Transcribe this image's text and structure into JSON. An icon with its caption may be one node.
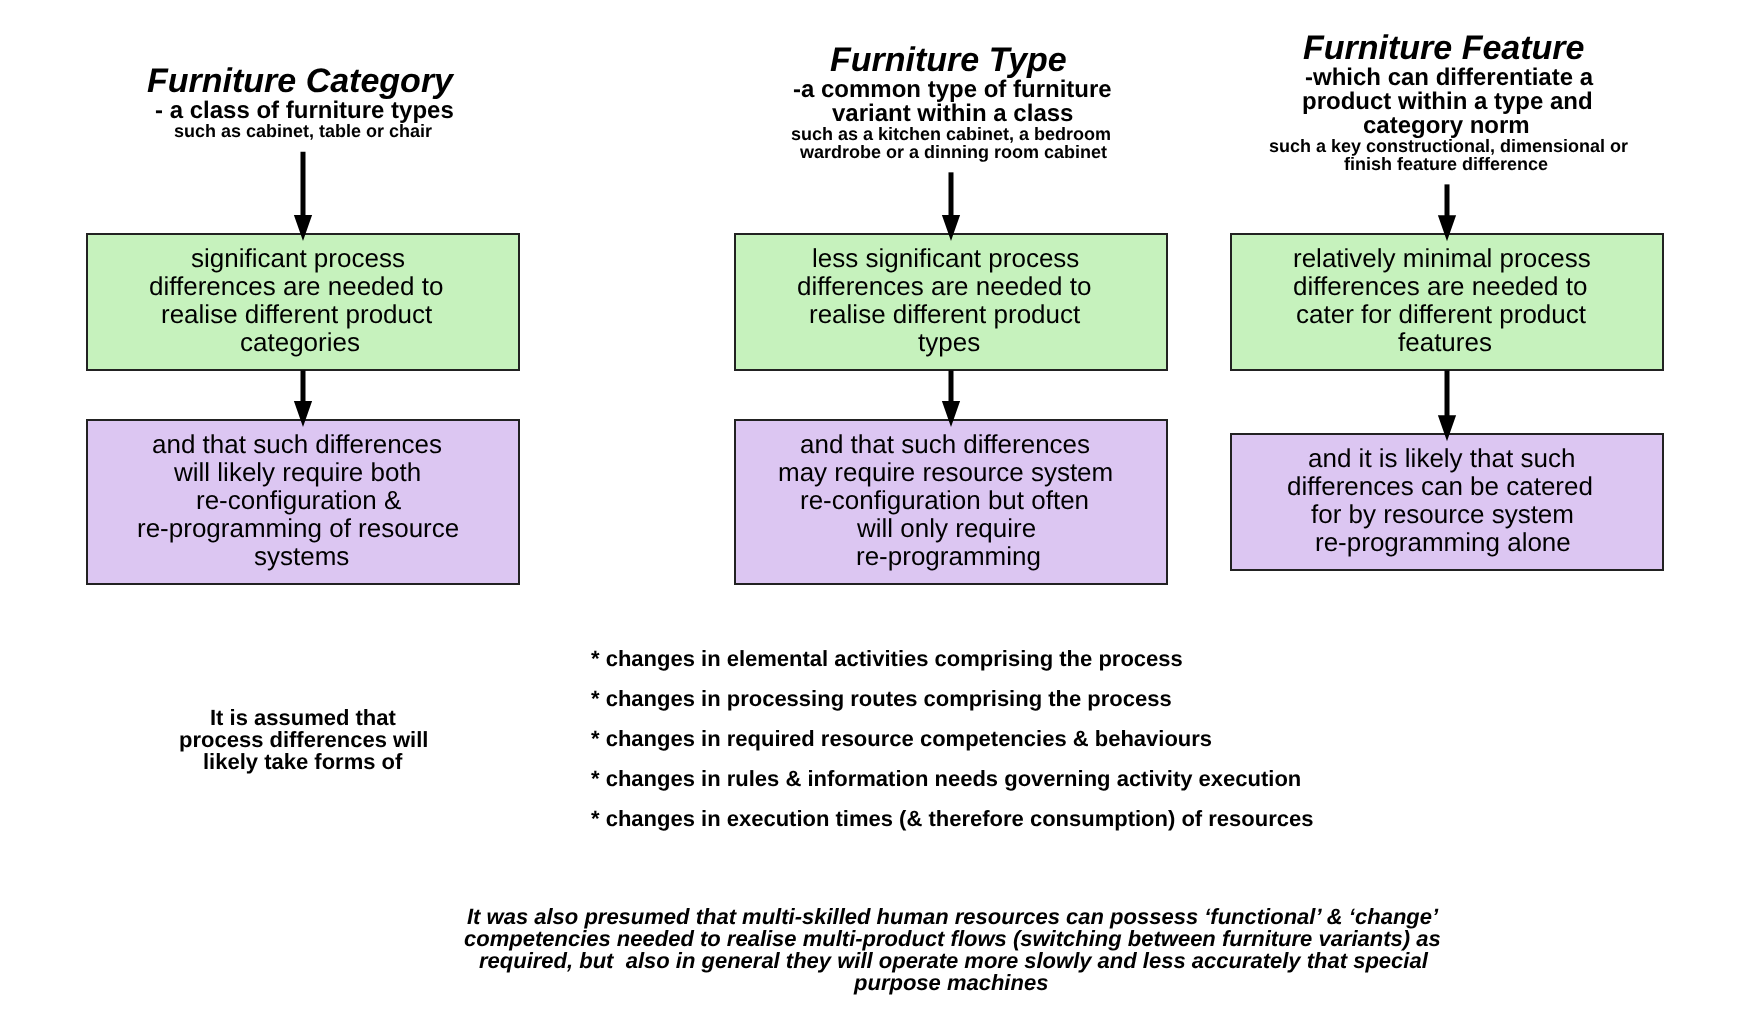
{
  "diagram": {
    "nodes": [
      {
        "text": [
          "Furniture Category",
          "- a class of furniture types",
          "such as cabinet, table or chair"
        ]
      },
      {
        "text": [
          "Furniture Type",
          "-a common type of furniture variant within a class",
          "such as a kitchen cabinet, a bedroom wardrobe or a dinning room cabinet"
        ]
      },
      {
        "text": [
          "Furniture Feature",
          "-which can differentiate a product within a type and category norm",
          "such a key constructional, dimensional or finish feature difference"
        ]
      },
      {
        "text": [
          "significant process differences are needed to realise different product categories"
        ]
      },
      {
        "text": [
          "less significant process differences are needed to realise different product types"
        ]
      },
      {
        "text": [
          "relatively minimal process differences are needed to cater for different product features"
        ]
      },
      {
        "text": [
          "and that such differences will likely require both re-configuration & re-programming of resource systems"
        ]
      },
      {
        "text": [
          "and that such differences may require resource system re-configuration but often will only require re-programming"
        ]
      },
      {
        "text": [
          "and it is likely that such differences can be catered for by resource system re-programming alone"
        ]
      }
    ],
    "edges": [
      {
        "from": 0,
        "to": 3,
        "arrow": "to"
      },
      {
        "from": 1,
        "to": 4,
        "arrow": "to"
      },
      {
        "from": 2,
        "to": 5,
        "arrow": "to"
      },
      {
        "from": 3,
        "to": 6,
        "arrow": "to"
      },
      {
        "from": 4,
        "to": 7,
        "arrow": "to"
      },
      {
        "from": 5,
        "to": 8,
        "arrow": "to"
      }
    ],
    "labels": [
      "It is assumed that process differences will likely take forms of",
      "* changes in elemental activities comprising the process",
      "* changes in processing routes comprising the process",
      "* changes in required resource competencies & behaviours",
      "* changes in rules & information needs governing activity execution",
      "* changes in execution times (& therefore consumption) of resources",
      "It was also presumed that multi-skilled human resources can possess ‘functional’ & ‘change’ competencies needed to realise multi-product flows (switching between furniture variants) as required, but  also in general they will operate more slowly and less accurately that special purpose machines"
    ]
  }
}
